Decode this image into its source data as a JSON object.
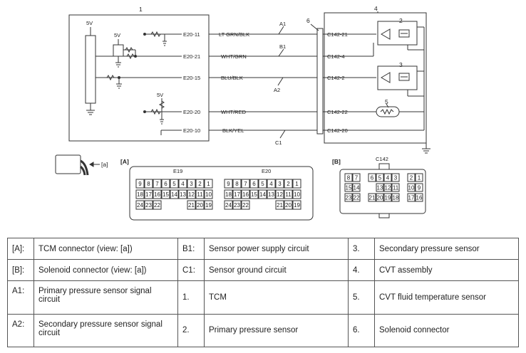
{
  "diagram": {
    "callouts": [
      "1",
      "2",
      "3",
      "4",
      "5",
      "6"
    ],
    "voltage": "5V",
    "tcm_pins": [
      "E20-11",
      "E20-21",
      "E20-15",
      "E20-20",
      "E20-10"
    ],
    "wires": [
      "LT GRN/BLK",
      "WHT/GRN",
      "BLU/BLK",
      "WHT/RED",
      "BLK/YEL"
    ],
    "sol_pins": [
      "C142-21",
      "C142-4",
      "C142-2",
      "C142-22",
      "C142-20"
    ],
    "circuit_tags": [
      "A1",
      "B1",
      "A2",
      "C1"
    ],
    "view_label": "[a]",
    "conn_a": {
      "label": "[A]",
      "e19": {
        "name": "E19",
        "rows": [
          [
            "9",
            "8",
            "7",
            "6",
            "5",
            "4",
            "3",
            "2",
            "1"
          ],
          [
            "18",
            "17",
            "16",
            "15",
            "14",
            "13",
            "12",
            "11",
            "10"
          ],
          [
            "24",
            "23",
            "22",
            "",
            "",
            "",
            "21",
            "20",
            "19"
          ]
        ]
      },
      "e20": {
        "name": "E20",
        "rows": [
          [
            "9",
            "8",
            "7",
            "6",
            "5",
            "4",
            "3",
            "2",
            "1"
          ],
          [
            "18",
            "17",
            "16",
            "15",
            "14",
            "13",
            "12",
            "11",
            "10"
          ],
          [
            "24",
            "23",
            "22",
            "",
            "",
            "",
            "21",
            "20",
            "19"
          ]
        ]
      }
    },
    "conn_b": {
      "label": "[B]",
      "name": "C142",
      "rows": [
        [
          "8",
          "7",
          "",
          "6",
          "5",
          "4",
          "3",
          "",
          "2",
          "1"
        ],
        [
          "15",
          "14",
          "",
          "",
          "13",
          "12",
          "11",
          "",
          "10",
          "9"
        ],
        [
          "23",
          "22",
          "",
          "21",
          "20",
          "19",
          "18",
          "",
          "17",
          "16"
        ]
      ]
    }
  },
  "legend": {
    "rows": [
      [
        {
          "k": "[A]:",
          "v": "TCM connector (view: [a])"
        },
        {
          "k": "B1:",
          "v": "Sensor power supply circuit"
        },
        {
          "k": "3.",
          "v": "Secondary pressure sensor"
        }
      ],
      [
        {
          "k": "[B]:",
          "v": "Solenoid connector (view: [a])"
        },
        {
          "k": "C1:",
          "v": "Sensor ground circuit"
        },
        {
          "k": "4.",
          "v": "CVT assembly"
        }
      ],
      [
        {
          "k": "A1:",
          "v": "Primary pressure sensor signal circuit"
        },
        {
          "k": "1.",
          "v": "TCM"
        },
        {
          "k": "5.",
          "v": "CVT fluid temperature sensor"
        }
      ],
      [
        {
          "k": "A2:",
          "v": "Secondary pressure sensor signal circuit"
        },
        {
          "k": "2.",
          "v": "Primary pressure sensor"
        },
        {
          "k": "6.",
          "v": "Solenoid connector"
        }
      ]
    ]
  }
}
